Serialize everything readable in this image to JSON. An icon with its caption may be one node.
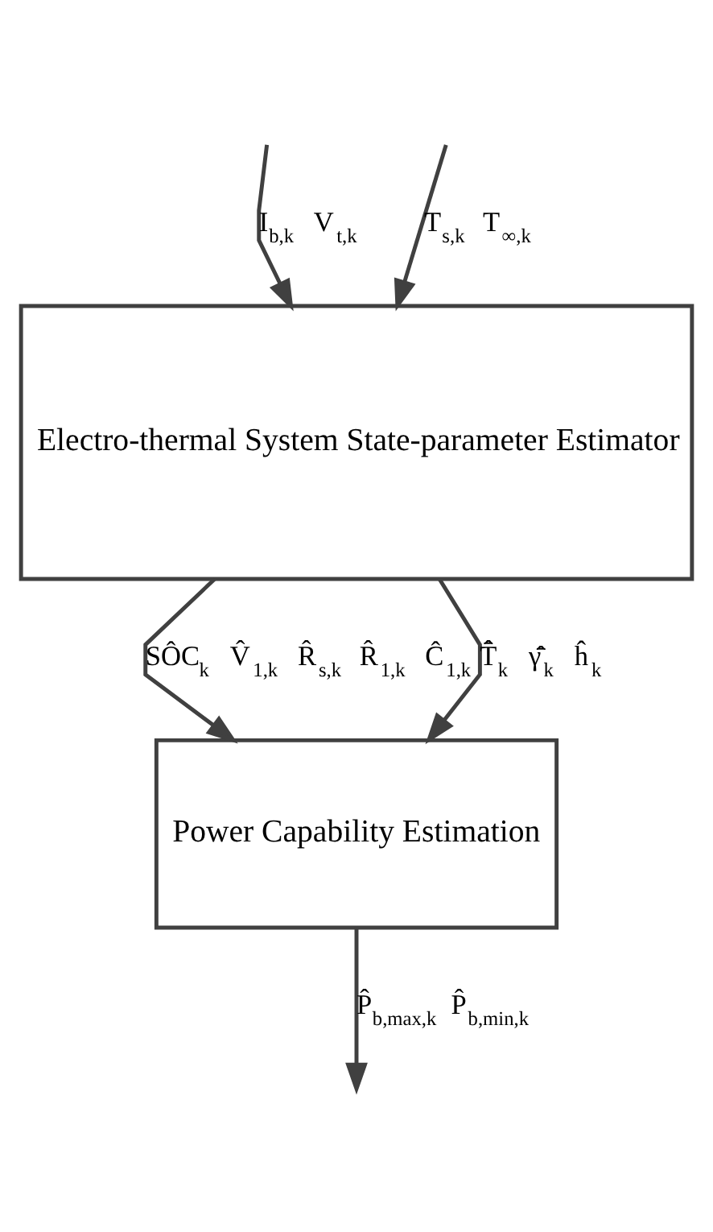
{
  "diagram": {
    "nodes": [
      {
        "text": [
          "Electro-thermal System State-parameter Estimator"
        ]
      },
      {
        "text": [
          "Power Capability Estimation"
        ]
      }
    ],
    "edges": [
      {
        "from": null,
        "to": 0,
        "arrow": "to",
        "label": "I$_{b,k}$ V$_{t,k}$"
      },
      {
        "from": null,
        "to": 0,
        "arrow": "to",
        "label": "T$_{s,k}$ T$_{∞,k}$"
      },
      {
        "from": 0,
        "to": 1,
        "arrow": "to",
        "label": "SÔC$_{k}$ V̂$_{1,k}$ R̂$_{s,k}$ R̂$_{1,k}$ Ĉ$_{1,k}$"
      },
      {
        "from": 0,
        "to": 1,
        "arrow": "to",
        "label": "T̄̂$_{k}$ γ̄̂$_{k}$ ĥ$_{k}$"
      },
      {
        "from": 1,
        "to": null,
        "arrow": "to",
        "label": "P̂$_{b,max,k}$ P̂$_{b,min,k}$"
      }
    ]
  }
}
